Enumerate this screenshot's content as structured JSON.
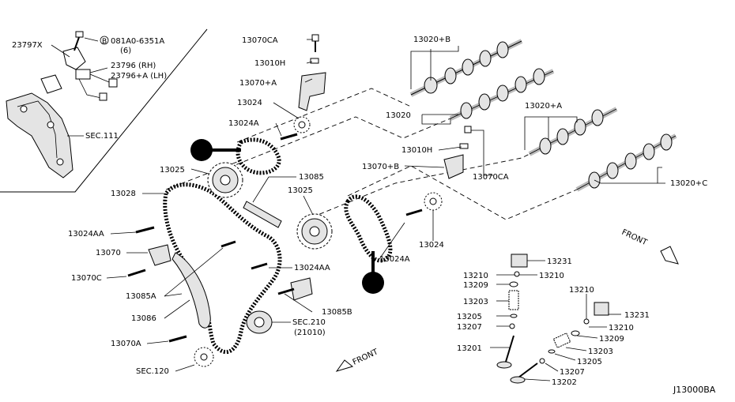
{
  "diagram_code": "J13000BA",
  "inset": {
    "labels": {
      "p23797x": "23797X",
      "bolt_code": "081A0-6351A",
      "bolt_qty": "(6)",
      "p23796": "23796  (RH)",
      "p23796a": "23796+A (LH)",
      "sec111": "SEC.111"
    },
    "bolt_symbol": "B"
  },
  "labels": {
    "p13070ca_top": "13070CA",
    "p13010h_top": "13010H",
    "p13070a_top": "13070+A",
    "p13024_top": "13024",
    "p13024a_top": "13024A",
    "p13025_l": "13025",
    "p13028": "13028",
    "p13085": "13085",
    "p13025_c": "13025",
    "p13024aa_l": "13024AA",
    "p13070": "13070",
    "p13070c": "13070C",
    "p13085a": "13085A",
    "p13086": "13086",
    "p13070a_b": "13070A",
    "sec120": "SEC.120",
    "p13024aa_c": "13024AA",
    "p13085b": "13085B",
    "sec210": "SEC.210",
    "sec210_sub": "(21010)",
    "p13020b": "13020+B",
    "p13020": "13020",
    "p13020a": "13020+A",
    "p13020c": "13020+C",
    "p13010h_r": "13010H",
    "p13070b": "13070+B",
    "p13070ca_r": "13070CA",
    "p13024a_r": "13024A",
    "p13024_r": "13024",
    "front_top": "FRONT",
    "front_bot": "FRONT",
    "v13231": "13231",
    "v13210a": "13210",
    "v13210b": "13210",
    "v13209": "13209",
    "v13203": "13203",
    "v13205": "13205",
    "v13207": "13207",
    "v13201": "13201",
    "v13210c": "13210",
    "v13231b": "13231",
    "v13210d": "13210",
    "v13209b": "13209",
    "v13203b": "13203",
    "v13205b": "13205",
    "v13207b": "13207",
    "v13202": "13202"
  }
}
